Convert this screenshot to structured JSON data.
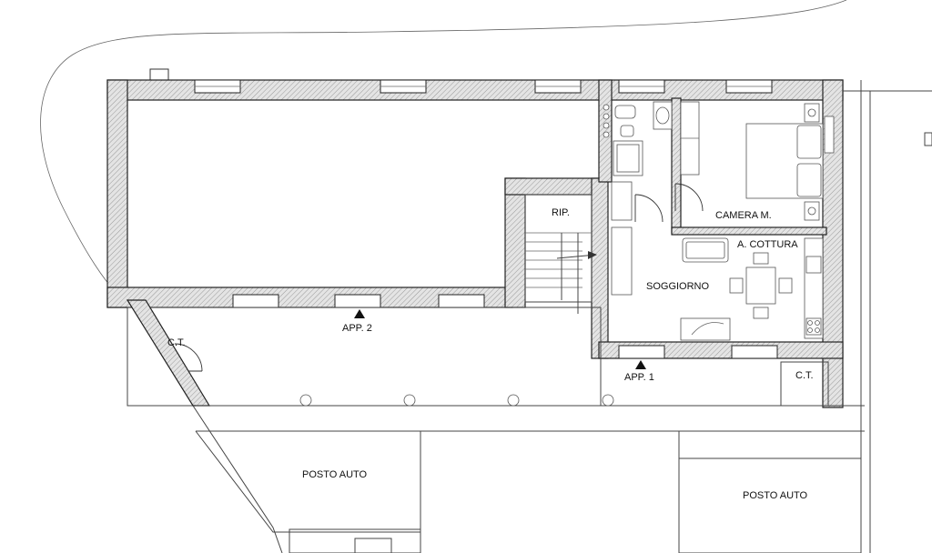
{
  "rooms": {
    "rip": "RIP.",
    "camera": "CAMERA M.",
    "cottura": "A. COTTURA",
    "soggiorno": "SOGGIORNO",
    "ct_left": "C.T.",
    "ct_right": "C.T."
  },
  "entrances": {
    "app2": "APP. 2",
    "app1": "APP. 1"
  },
  "parking": {
    "left": "POSTO AUTO",
    "right": "POSTO AUTO"
  }
}
